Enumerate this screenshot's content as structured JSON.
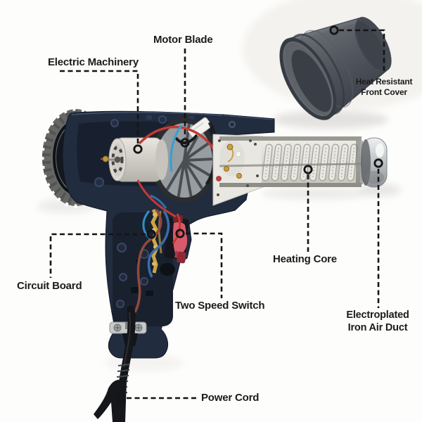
{
  "labels": {
    "electric_machinery": "Electric Machinery",
    "motor_blade": "Motor Blade",
    "heat_resistant_front_cover": {
      "line1": "Heat Resistant",
      "line2": "Front Cover"
    },
    "heating_core": "Heating Core",
    "electroplated_iron_air_duct": {
      "line1": "Electroplated",
      "line2": "Iron Air Duct"
    },
    "circuit_board": "Circuit Board",
    "two_speed_switch": "Two Speed Switch",
    "power_cord": "Power Cord"
  },
  "colors": {
    "background": "#fdfdfc",
    "label_text": "#1b1b1b",
    "leader_line": "#141414",
    "body_shell_navy": "#212c3f",
    "rear_cap_gray": "#666764",
    "nozzle_gray": "#4e535b",
    "heating_core_silver": "#dddcd6",
    "chrome_air_duct": "#c6c9cb",
    "motor_cream": "#d9d7cf",
    "switch_pink": "#d95a6b",
    "wire_red": "#c23a34",
    "wire_blue": "#3a6cab",
    "wire_cyan": "#35a0d0",
    "brass_contact": "#c9a54a"
  }
}
